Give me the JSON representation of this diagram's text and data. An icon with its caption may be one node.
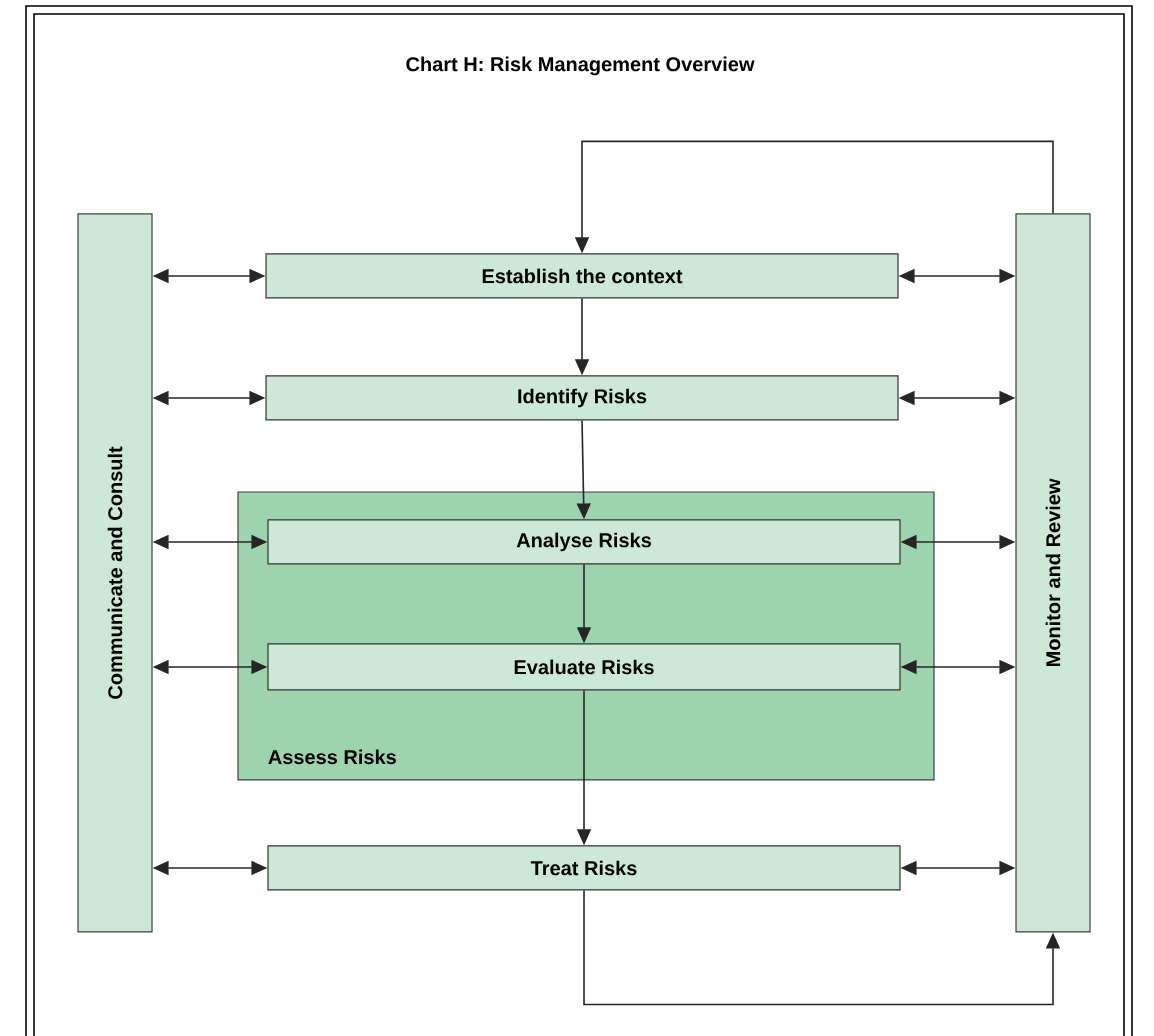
{
  "diagram": {
    "title": "Chart H: Risk Management Overview",
    "nodes": [
      {
        "text": [
          "Communicate and Consult"
        ]
      },
      {
        "text": [
          "Establish the context"
        ]
      },
      {
        "text": [
          "Identify Risks"
        ]
      },
      {
        "text": [
          "Assess Risks"
        ]
      },
      {
        "text": [
          "Analyse Risks"
        ],
        "in": 3
      },
      {
        "text": [
          "Evaluate Risks"
        ],
        "in": 3
      },
      {
        "text": [
          "Treat Risks"
        ]
      },
      {
        "text": [
          "Monitor and Review"
        ]
      }
    ],
    "edges": [
      {
        "from": 0,
        "to": 1,
        "arrow": "both"
      },
      {
        "from": 0,
        "to": 2,
        "arrow": "both"
      },
      {
        "from": 0,
        "to": 4,
        "arrow": "both"
      },
      {
        "from": 0,
        "to": 5,
        "arrow": "both"
      },
      {
        "from": 0,
        "to": 6,
        "arrow": "both"
      },
      {
        "from": 1,
        "to": 7,
        "arrow": "both"
      },
      {
        "from": 2,
        "to": 7,
        "arrow": "both"
      },
      {
        "from": 4,
        "to": 7,
        "arrow": "both"
      },
      {
        "from": 5,
        "to": 7,
        "arrow": "both"
      },
      {
        "from": 6,
        "to": 7,
        "arrow": "both"
      },
      {
        "from": 1,
        "to": 2,
        "arrow": "to"
      },
      {
        "from": 2,
        "to": 4,
        "arrow": "to"
      },
      {
        "from": 4,
        "to": 5,
        "arrow": "to"
      },
      {
        "from": 5,
        "to": 6,
        "arrow": "to"
      },
      {
        "from": 7,
        "to": 1,
        "arrow": "to"
      },
      {
        "from": 6,
        "to": 7,
        "arrow": "to"
      }
    ]
  }
}
